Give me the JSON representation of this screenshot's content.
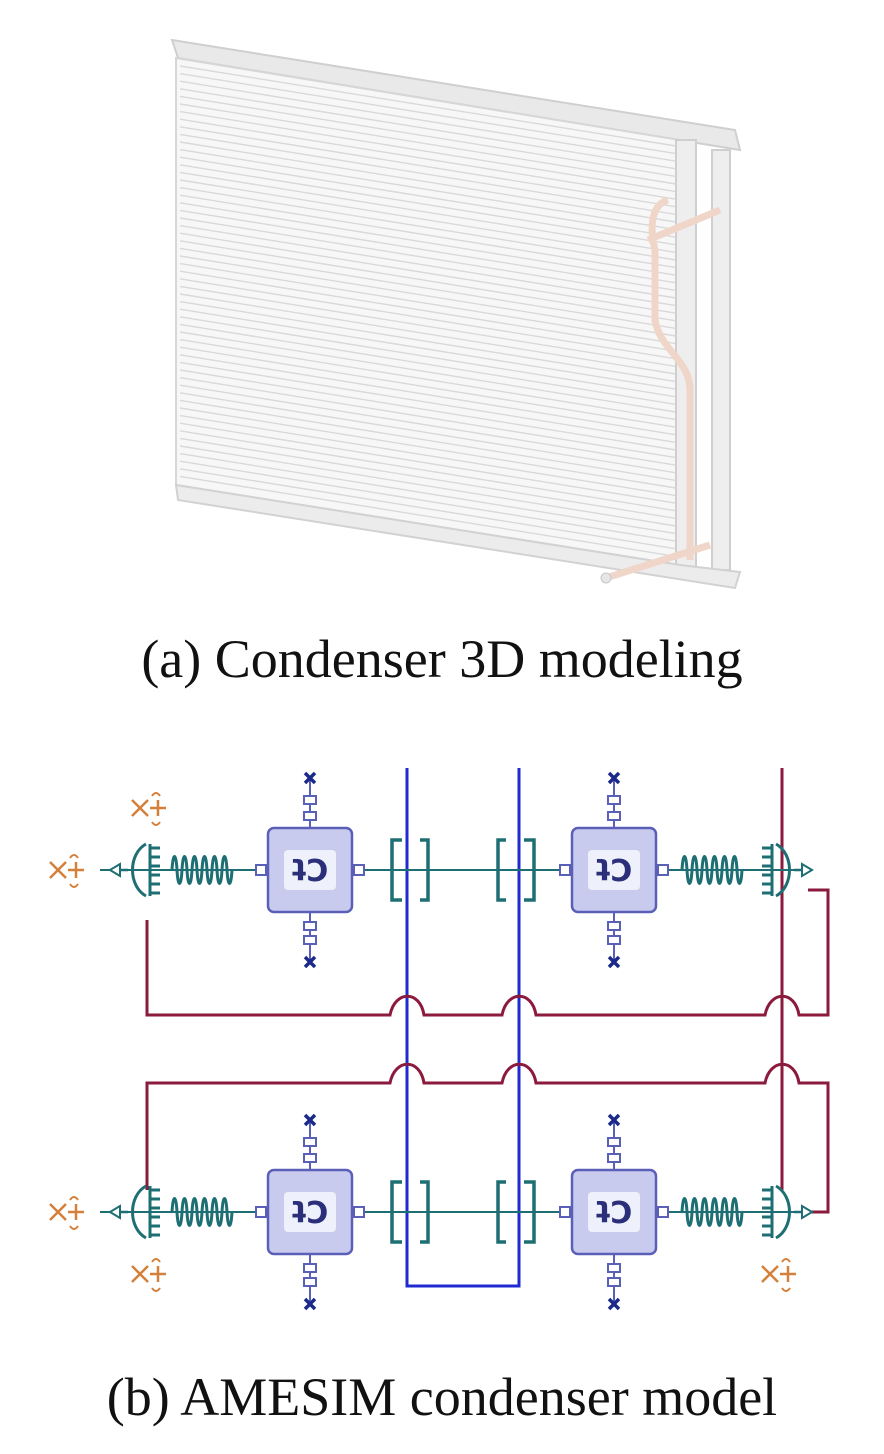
{
  "figure_a": {
    "caption": "(a) Condenser 3D modeling"
  },
  "figure_b": {
    "caption": "(b) AMESIM condenser model",
    "block_label": "Ct",
    "colors": {
      "hydraulic_line": "#8b1a3c",
      "air_line": "#1f2bd0",
      "component": "#1e6f73",
      "block_fill": "#c9cbee",
      "block_stroke": "#5a5fb8",
      "port": "#d4803a",
      "cross": "#1b2a8a"
    }
  }
}
